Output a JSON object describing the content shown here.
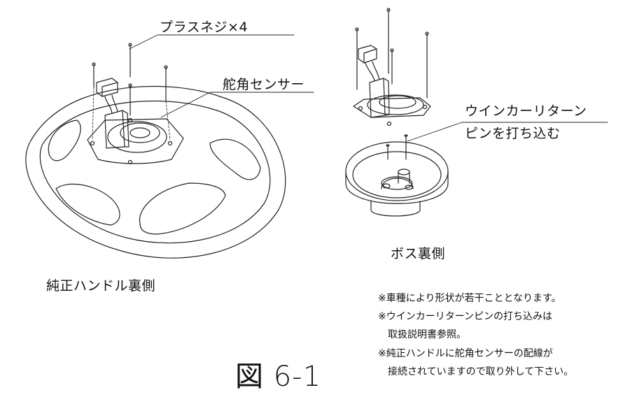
{
  "callouts": {
    "screws": "プラスネジ×4",
    "sensor": "舵角センサー",
    "turn_pin_line1": "ウインカーリターン",
    "turn_pin_line2": "ピンを打ち込む"
  },
  "captions": {
    "steering_back": "純正ハンドル裏側",
    "boss_back": "ボス裏側"
  },
  "notes": [
    "※車種により形状が若干こととなります。",
    "※ウインカーリターンピンの打ち込みは",
    "　取扱説明書参照。",
    "※純正ハンドルに舵角センサーの配線が",
    "　接続されていますので取り外して下さい。"
  ],
  "figure_label": "図 6-1"
}
